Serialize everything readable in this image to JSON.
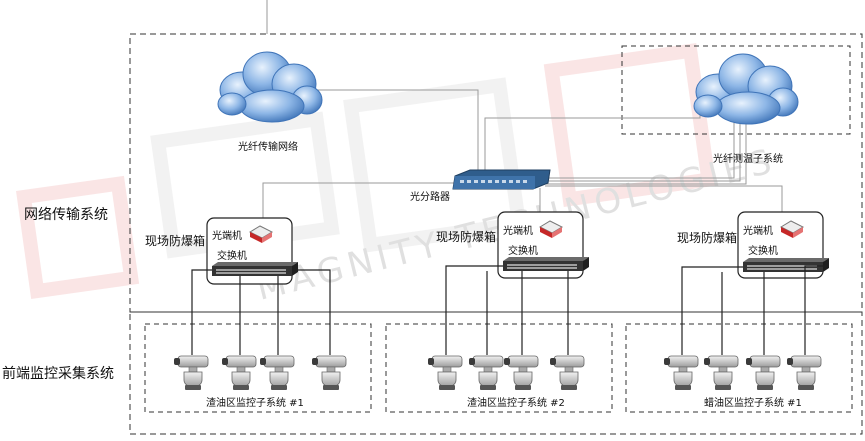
{
  "systems": {
    "network": "网络传输系统",
    "frontend": "前端监控采集系统"
  },
  "network": {
    "fiber_network": "光纤传输网络",
    "temp_system": "光纤测温子系统",
    "splitter": "光分路器"
  },
  "sites": [
    {
      "box_label": "现场防爆箱",
      "optical": "光端机",
      "switch": "交换机",
      "subsystem": "渣油区监控子系统 #1"
    },
    {
      "box_label": "现场防爆箱",
      "optical": "光端机",
      "switch": "交换机",
      "subsystem": "渣油区监控子系统 #2"
    },
    {
      "box_label": "现场防爆箱",
      "optical": "光端机",
      "switch": "交换机",
      "subsystem": "蜡油区监控子系统 #1"
    }
  ],
  "watermark": {
    "text": "MAGNITY TECHNOLOGIES"
  },
  "colors": {
    "cloud": "#5b8fcf",
    "splitter": "#3b5f8c",
    "switch": "#3a3a3a",
    "optical": "#c62828",
    "line": "#9a9a9a"
  }
}
